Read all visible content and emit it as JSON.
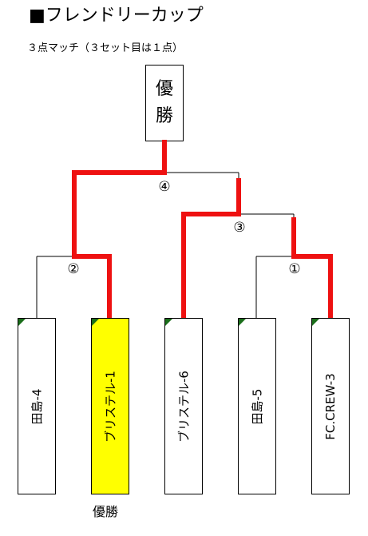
{
  "header": {
    "title": "■フレンドリーカップ",
    "subtitle": "３点マッチ（３セット目は１点）"
  },
  "champion_box": {
    "line1": "優",
    "line2": "勝"
  },
  "matches": {
    "m1": "①",
    "m2": "②",
    "m3": "③",
    "m4": "④"
  },
  "teams": [
    {
      "name": "田島-4"
    },
    {
      "name": "ブリステル-1"
    },
    {
      "name": "ブリステル-6"
    },
    {
      "name": "田島-5"
    },
    {
      "name": "FC.CREW-3"
    }
  ],
  "winner_label": "優勝",
  "colors": {
    "winner_path": "#ee1111",
    "winner_fill": "#ffff00",
    "corner_mark": "#1a6e1a"
  }
}
